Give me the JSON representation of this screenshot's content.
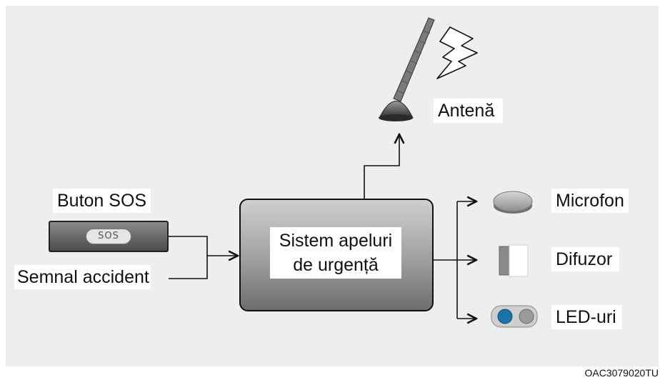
{
  "labels": {
    "sos_button": "Buton SOS",
    "crash_signal": "Semnal accident",
    "system_line1": "Sistem apeluri",
    "system_line2": "de urgență",
    "antenna": "Antenă",
    "microphone": "Microfon",
    "speaker": "Difuzor",
    "leds": "LED-uri"
  },
  "sos_key_text": "SOS",
  "image_code": "OAC3079020TU"
}
